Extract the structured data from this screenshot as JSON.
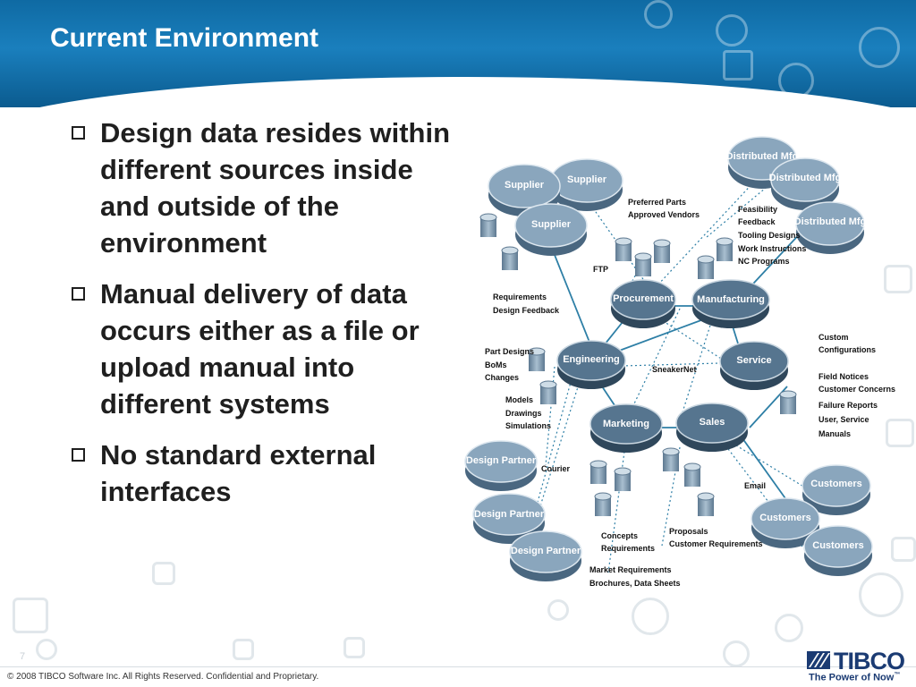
{
  "slide": {
    "title": "Current Environment",
    "bullets": [
      "Design data resides within different sources inside and outside of the environment",
      "Manual delivery of data occurs either as a file or upload manual into different systems",
      "No standard external interfaces"
    ],
    "page_number": "7",
    "footer": "© 2008 TIBCO Software Inc. All Rights Reserved. Confidential and Proprietary.",
    "logo": "TIBCO",
    "tagline": "The Power of Now"
  },
  "diagram": {
    "nodes": {
      "supplier_1": "Supplier",
      "supplier_2": "Supplier",
      "supplier_3": "Supplier",
      "distributed_mfg_1": "Distributed Mfg",
      "distributed_mfg_2": "Distributed Mfg",
      "distributed_mfg_3": "Distributed Mfg",
      "procurement": "Procurement",
      "manufacturing": "Manufacturing",
      "engineering": "Engineering",
      "service": "Service",
      "marketing": "Marketing",
      "sales": "Sales",
      "design_partner_1": "Design Partner",
      "design_partner_2": "Design Partner",
      "design_partner_3": "Design Partner",
      "customers_1": "Customers",
      "customers_2": "Customers",
      "customers_3": "Customers"
    },
    "labels": {
      "preferred_parts": "Preferred Parts",
      "approved_vendors": "Approved Vendors",
      "feasibility": "Feasibility",
      "feedback": "Feedback",
      "tooling_designs": "Tooling Designs",
      "work_instructions": "Work Instructions",
      "nc_programs": "NC Programs",
      "ftp": "FTP",
      "requirements": "Requirements",
      "design_feedback": "Design Feedback",
      "part_designs": "Part Designs",
      "boms": "BoMs",
      "changes": "Changes",
      "sneakernet": "SneakerNet",
      "custom": "Custom",
      "configurations": "Configurations",
      "field_notices": "Field Notices",
      "customer_concerns": "Customer Concerns",
      "failure_reports": "Failure Reports",
      "user_service": "User, Service",
      "manuals": "Manuals",
      "models": "Models",
      "drawings": "Drawings",
      "simulations": "Simulations",
      "courier": "Courier",
      "email": "Email",
      "concepts": "Concepts",
      "concepts_requirements": "Requirements",
      "proposals": "Proposals",
      "customer_requirements": "Customer Requirements",
      "market_requirements": "Market Requirements",
      "brochures": "Brochures, Data Sheets"
    }
  },
  "colors": {
    "header": "#1a7fbd",
    "node_top": "#7f9db5",
    "node_side": "#4a6780",
    "inner_node_top": "#4e6d86",
    "line": "#2e7fa6"
  }
}
